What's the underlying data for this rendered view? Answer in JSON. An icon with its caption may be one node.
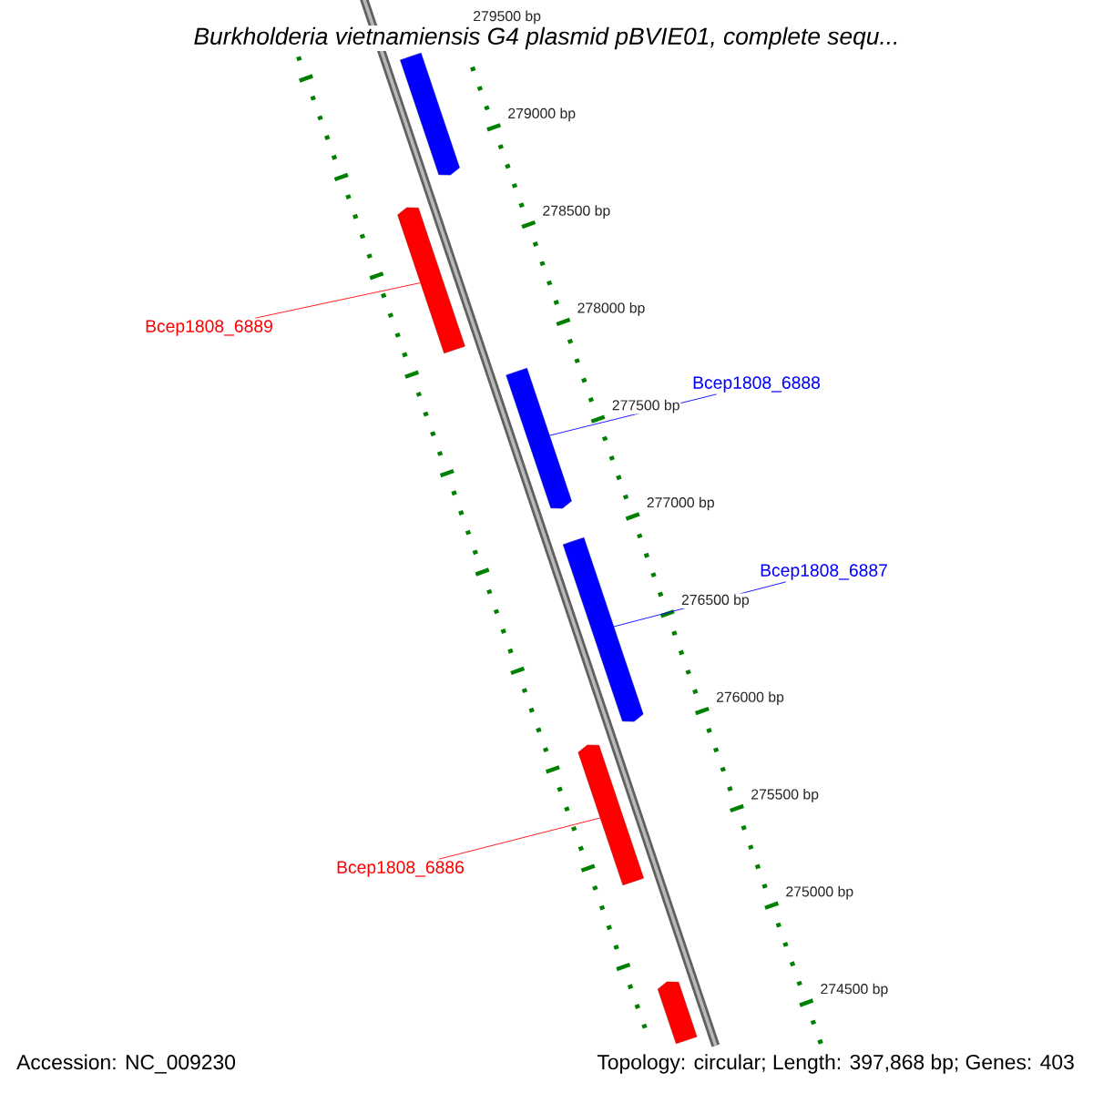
{
  "diagram": {
    "title": "Burkholderia vietnamiensis G4 plasmid pBVIE01, complete sequ...",
    "nodes": [
      {
        "text": [],
        "shape": "arrow"
      },
      {
        "text": [],
        "shape": "arrow"
      },
      {
        "text": [
          "Bcep1808_6889"
        ]
      },
      {
        "text": [],
        "shape": "arrow"
      },
      {
        "text": [
          "Bcep1808_6888"
        ]
      },
      {
        "text": [],
        "shape": "arrow"
      },
      {
        "text": [
          "Bcep1808_6887"
        ]
      },
      {
        "text": [],
        "shape": "arrow"
      },
      {
        "text": [
          "Bcep1808_6886"
        ]
      },
      {
        "text": [],
        "shape": "arrow"
      }
    ],
    "edges": [
      {
        "from": 2,
        "to": 1,
        "arrow": "none",
        "color": "#ff0000"
      },
      {
        "from": 4,
        "to": 3,
        "arrow": "none",
        "color": "#0000ff"
      },
      {
        "from": 6,
        "to": 5,
        "arrow": "none",
        "color": "#0000ff"
      },
      {
        "from": 8,
        "to": 7,
        "arrow": "none",
        "color": "#ff0000"
      }
    ],
    "labels": [
      "279500 bp",
      "279000 bp",
      "278500 bp",
      "278000 bp",
      "277500 bp",
      "277000 bp",
      "276500 bp",
      "276000 bp",
      "275500 bp",
      "275000 bp",
      "274500 bp",
      "Accession: NC_009230",
      "Topology: circular; Length: 397,868 bp; Genes: 403"
    ]
  }
}
